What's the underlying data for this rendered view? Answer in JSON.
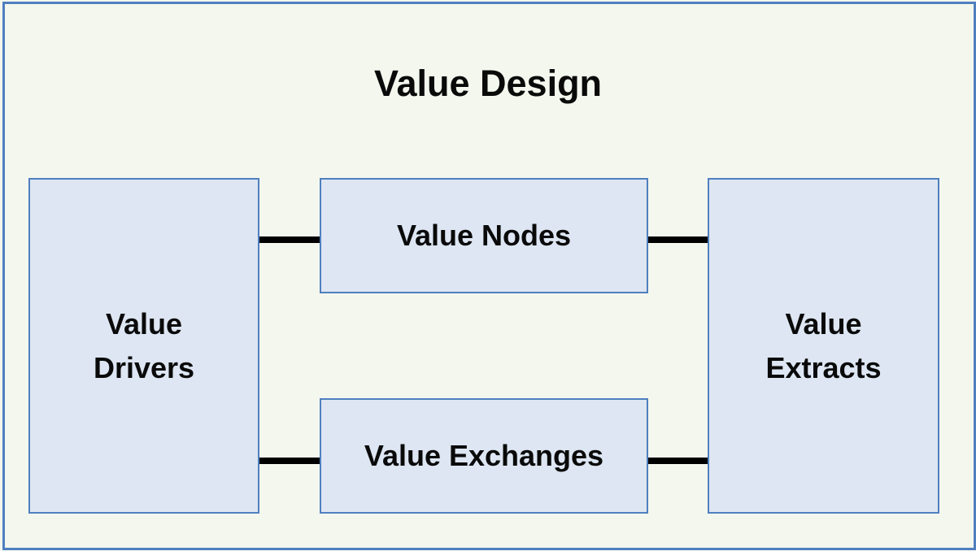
{
  "diagram": {
    "title": "Value Design",
    "nodes": {
      "drivers": {
        "line1": "Value",
        "line2": "Drivers"
      },
      "nodes": {
        "label": "Value Nodes"
      },
      "exchanges": {
        "label": "Value Exchanges"
      },
      "extracts": {
        "line1": "Value",
        "line2": "Extracts"
      }
    },
    "connections": [
      {
        "from": "Value Drivers",
        "to": "Value Nodes"
      },
      {
        "from": "Value Nodes",
        "to": "Value Extracts"
      },
      {
        "from": "Value Drivers",
        "to": "Value Exchanges"
      },
      {
        "from": "Value Exchanges",
        "to": "Value Extracts"
      }
    ],
    "colors": {
      "background": "#f3f7ee",
      "box_fill": "#dde6f2",
      "border": "#4f7fbf",
      "connector": "#000000"
    }
  }
}
